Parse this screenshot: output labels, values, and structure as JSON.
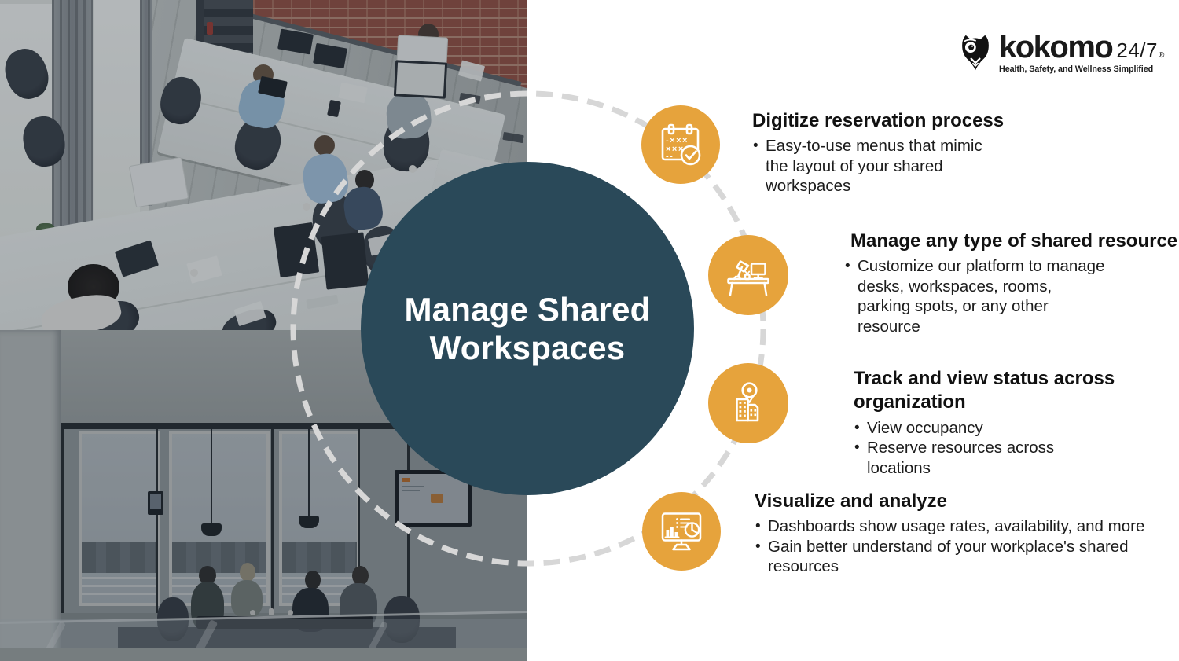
{
  "brand": {
    "owl_icon": "owl-icon",
    "name": "kokomo",
    "suffix": "24/7",
    "registered_mark": "®",
    "tagline": "Health, Safety, and Wellness Simplified"
  },
  "center_circle": {
    "title": "Manage Shared Workspaces"
  },
  "features": [
    {
      "icon": "calendar-check-icon",
      "title": "Digitize reservation process",
      "bullets": [
        "Easy-to-use menus that mimic the layout of your shared workspaces"
      ]
    },
    {
      "icon": "desk-workstation-icon",
      "title": "Manage any type of shared resource",
      "bullets": [
        "Customize our platform to manage desks, workspaces, rooms, parking spots, or any other resource"
      ]
    },
    {
      "icon": "building-location-icon",
      "title": "Track and view status across organization",
      "bullets": [
        "View occupancy",
        "Reserve resources across locations"
      ]
    },
    {
      "icon": "dashboard-analytics-icon",
      "title": "Visualize and analyze",
      "bullets": [
        "Dashboards show usage rates, availability, and more",
        "Gain better understand of your workplace's shared resources"
      ]
    }
  ],
  "photos": {
    "top_description": "Overhead view of an open-plan office with shared white desks, workers and monitors, brick wall and tall windows",
    "bottom_description": "Darkened glass-walled meeting room with four people around a table, city windows and a wall screen"
  },
  "colors": {
    "accent": "#E6A33C",
    "center_circle": "#2A4959",
    "dashed_ring": "#D7D7D7",
    "heading_text": "#111111",
    "body_text": "#1C1C1C"
  }
}
